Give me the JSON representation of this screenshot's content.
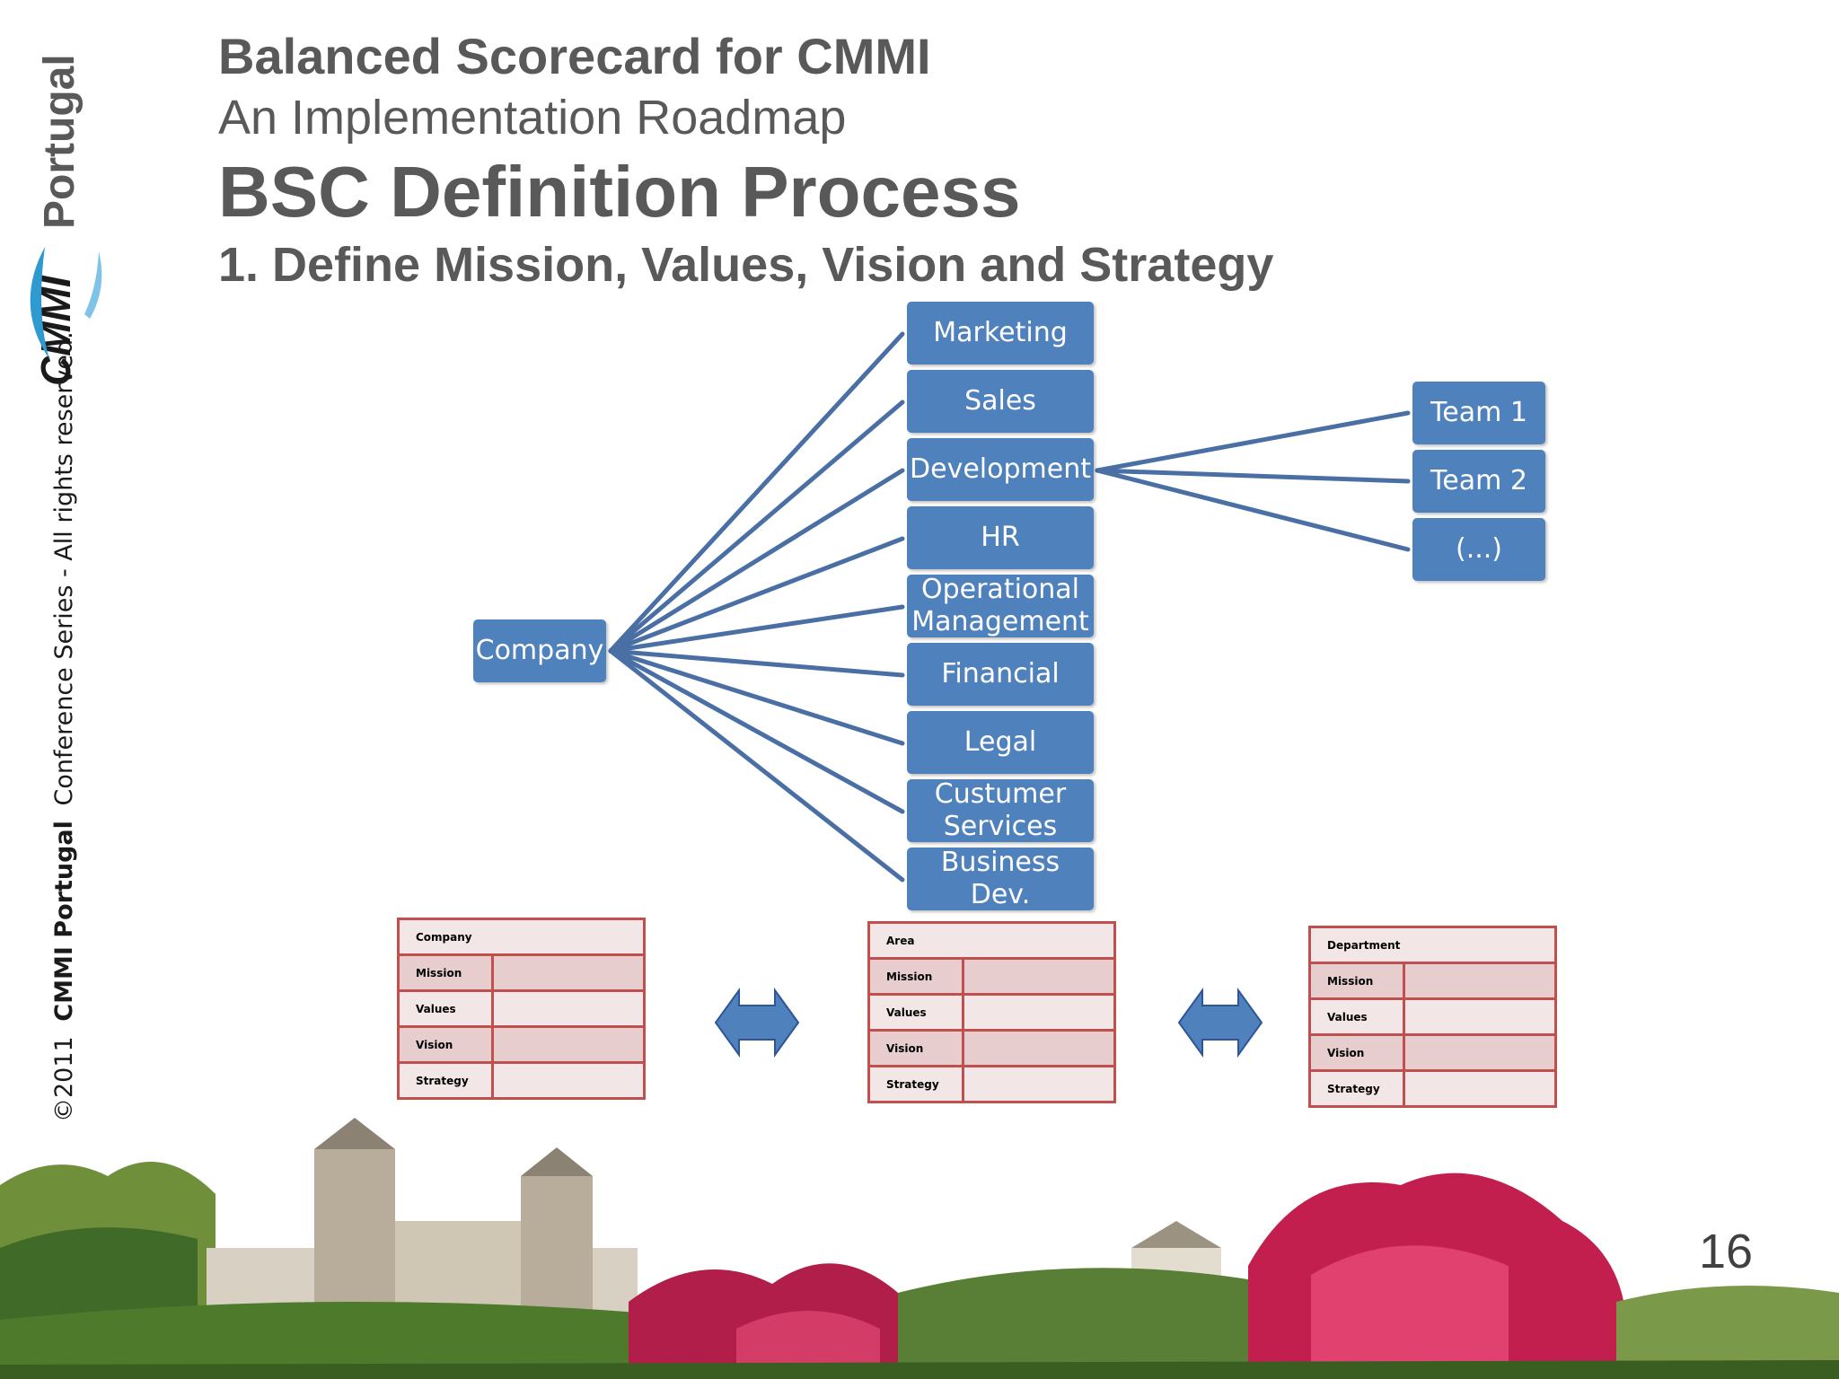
{
  "sidebar": {
    "brand_word": "Portugal",
    "brand_logo": "CMMI",
    "copyright_year": "©2011",
    "copyright_org": "CMMI Portugal",
    "copyright_rest": "Conference Series - All rights reserved."
  },
  "header": {
    "title": "Balanced Scorecard for CMMI",
    "subtitle": "An Implementation Roadmap",
    "heading": "BSC Definition Process",
    "subheading": "1. Define Mission, Values, Vision and Strategy"
  },
  "diagram": {
    "root": "Company",
    "departments": [
      [
        "Marketing"
      ],
      [
        "Sales"
      ],
      [
        "Development"
      ],
      [
        "HR"
      ],
      [
        "Operational",
        "Management"
      ],
      [
        "Financial"
      ],
      [
        "Legal"
      ],
      [
        "Custumer",
        "Services"
      ],
      [
        "Business Dev."
      ]
    ],
    "teams": [
      "Team 1",
      "Team 2",
      "(...)"
    ],
    "node_color": "#4f81bd",
    "connector_color": "#4a6fa5"
  },
  "forms": [
    {
      "header": "Company",
      "rows": [
        "Mission",
        "Values",
        "Vision",
        "Strategy"
      ]
    },
    {
      "header": "Area",
      "rows": [
        "Mission",
        "Values",
        "Vision",
        "Strategy"
      ]
    },
    {
      "header": "Department",
      "rows": [
        "Mission",
        "Values",
        "Vision",
        "Strategy"
      ]
    }
  ],
  "arrows": {
    "icon": "double-arrow-icon",
    "color": "#4f81bd"
  },
  "footer": {
    "page_number": "16"
  }
}
